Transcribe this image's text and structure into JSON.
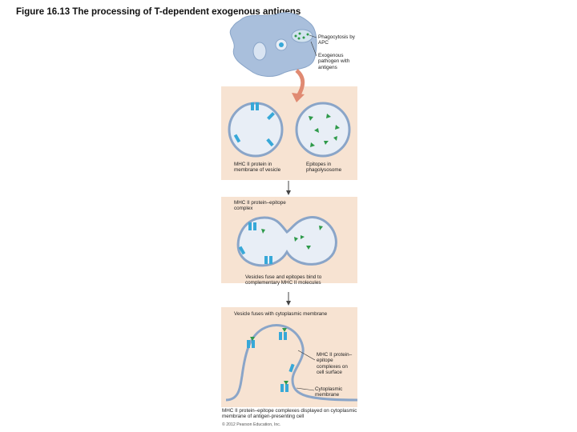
{
  "title": "Figure 16.13 The processing of T-dependent exogenous antigens",
  "labels": {
    "phagocytosis": "Phagocytosis by APC",
    "exogenous": "Exogenous pathogen with antigens",
    "mhc_membrane": "MHC II protein in membrane of vesicle",
    "epitopes": "Epitopes in phagolysosome",
    "complex": "MHC II protein–epitope complex",
    "fuse_bind": "Vesicles fuse and epitopes bind to complementary MHC II molecules",
    "fuse_membrane": "Vesicle fuses with cytoplasmic membrane",
    "complexes_surface": "MHC II protein–epitope complexes on cell surface",
    "cyto_membrane": "Cytoplasmic membrane",
    "caption": "MHC II protein–epitope complexes displayed on cytoplasmic membrane of antigen-presenting cell"
  },
  "credit": "© 2012 Pearson Education, Inc.",
  "colors": {
    "panel": "#f7e3d2",
    "cell": "#a9bfdc",
    "vesicle_fill": "#e8eef6",
    "membrane": "#8aa5c8",
    "mhc": "#37a8d8",
    "epitope": "#2e9a4a",
    "arrow": "#e08a72"
  }
}
